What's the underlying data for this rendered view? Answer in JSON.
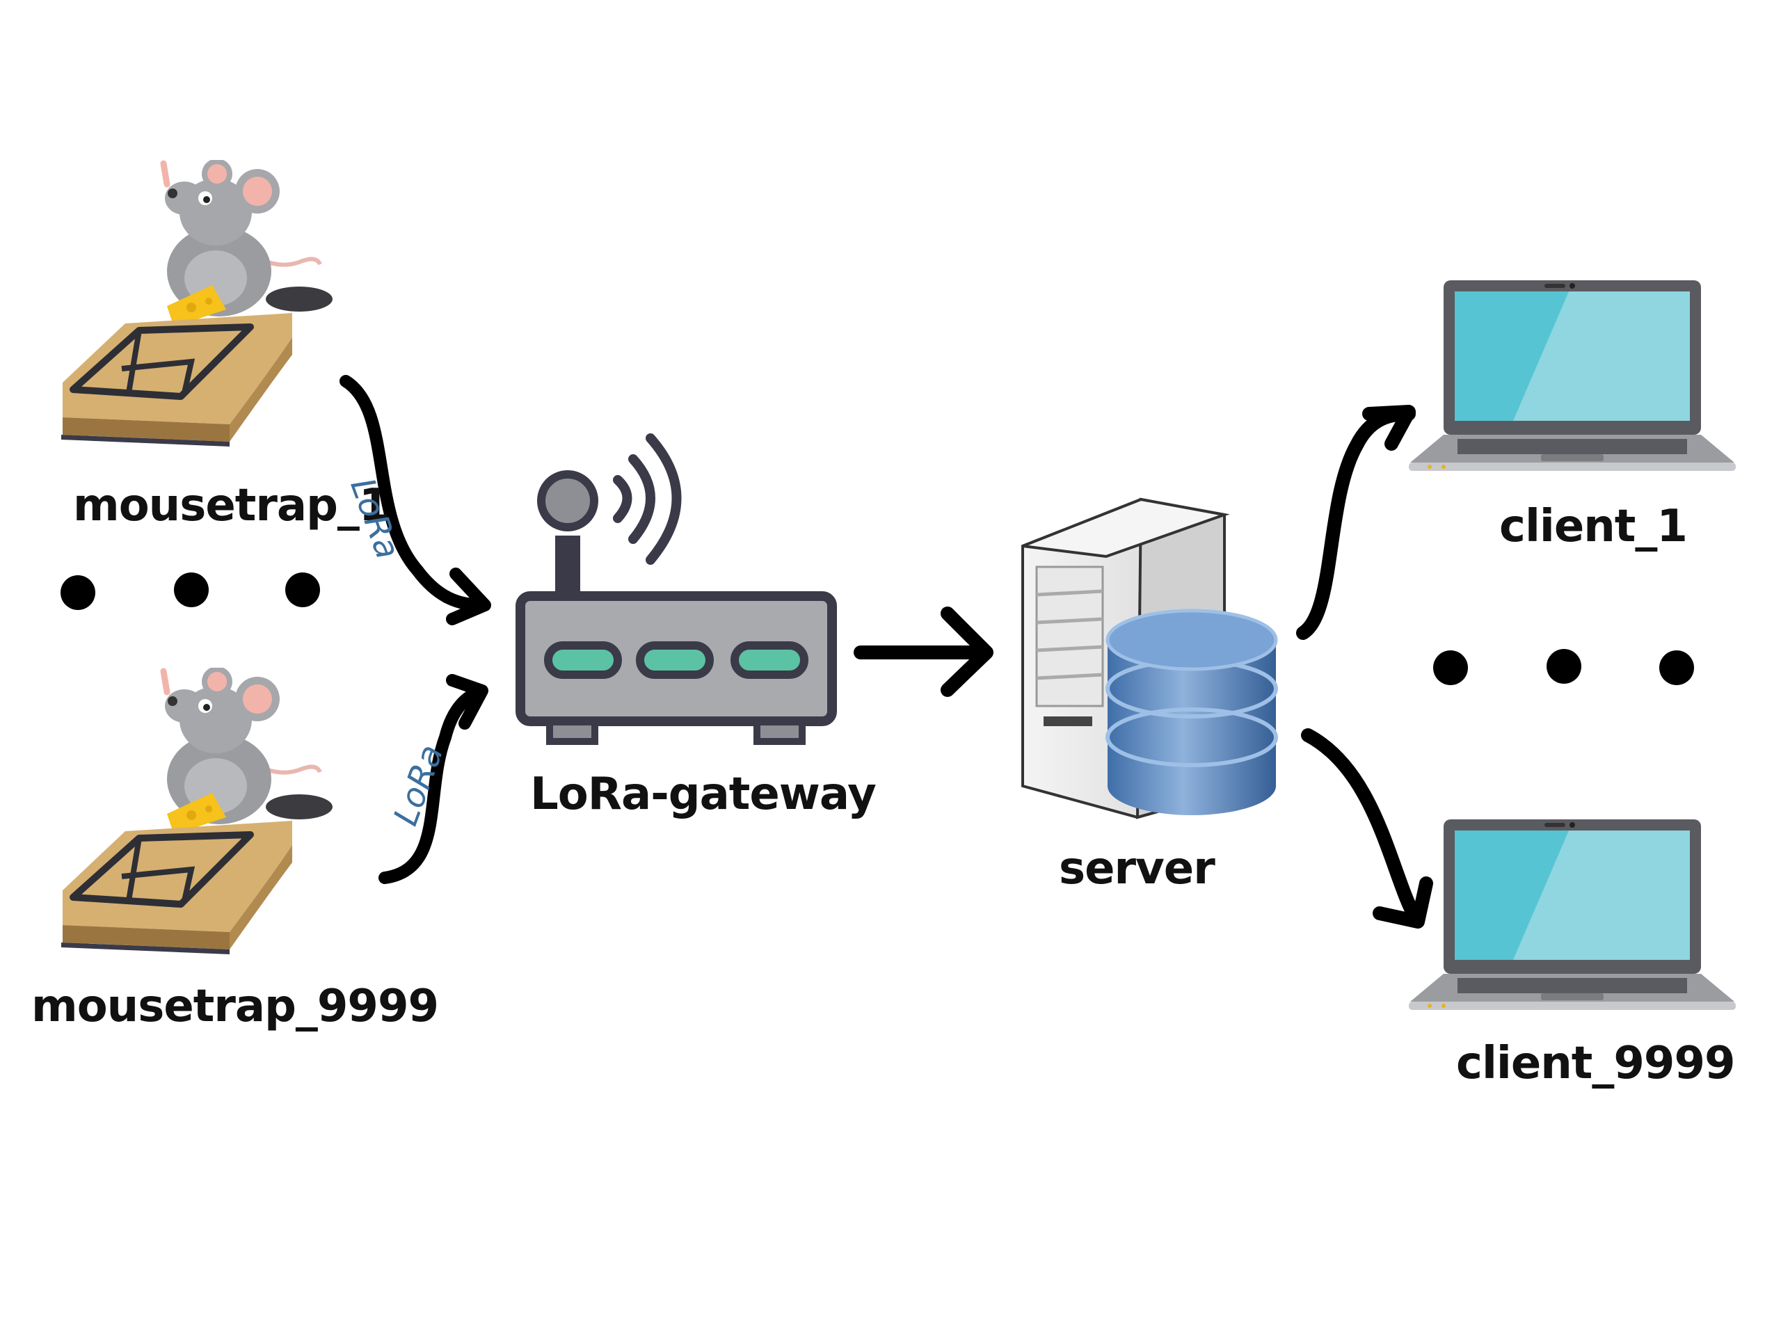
{
  "nodes": {
    "mousetrap_top": "mousetrap_1",
    "mousetrap_bottom": "mousetrap_9999",
    "gateway": "LoRa-gateway",
    "server": "server",
    "client_top": "client_1",
    "client_bottom": "client_9999"
  },
  "links": {
    "lora_top": "LoRa",
    "lora_bottom": "LoRa"
  },
  "icons": {
    "mousetrap": "mousetrap-with-mouse-icon",
    "gateway": "wireless-router-icon",
    "server": "server-tower-with-database-icon",
    "client": "laptop-icon"
  },
  "colors": {
    "arrow": "#000000",
    "lora_text": "#3b6f9e",
    "router_body": "#a9aaae",
    "router_led": "#5cc2a4",
    "laptop_screen": "#56c4d3",
    "database": "#4f7fb6"
  }
}
